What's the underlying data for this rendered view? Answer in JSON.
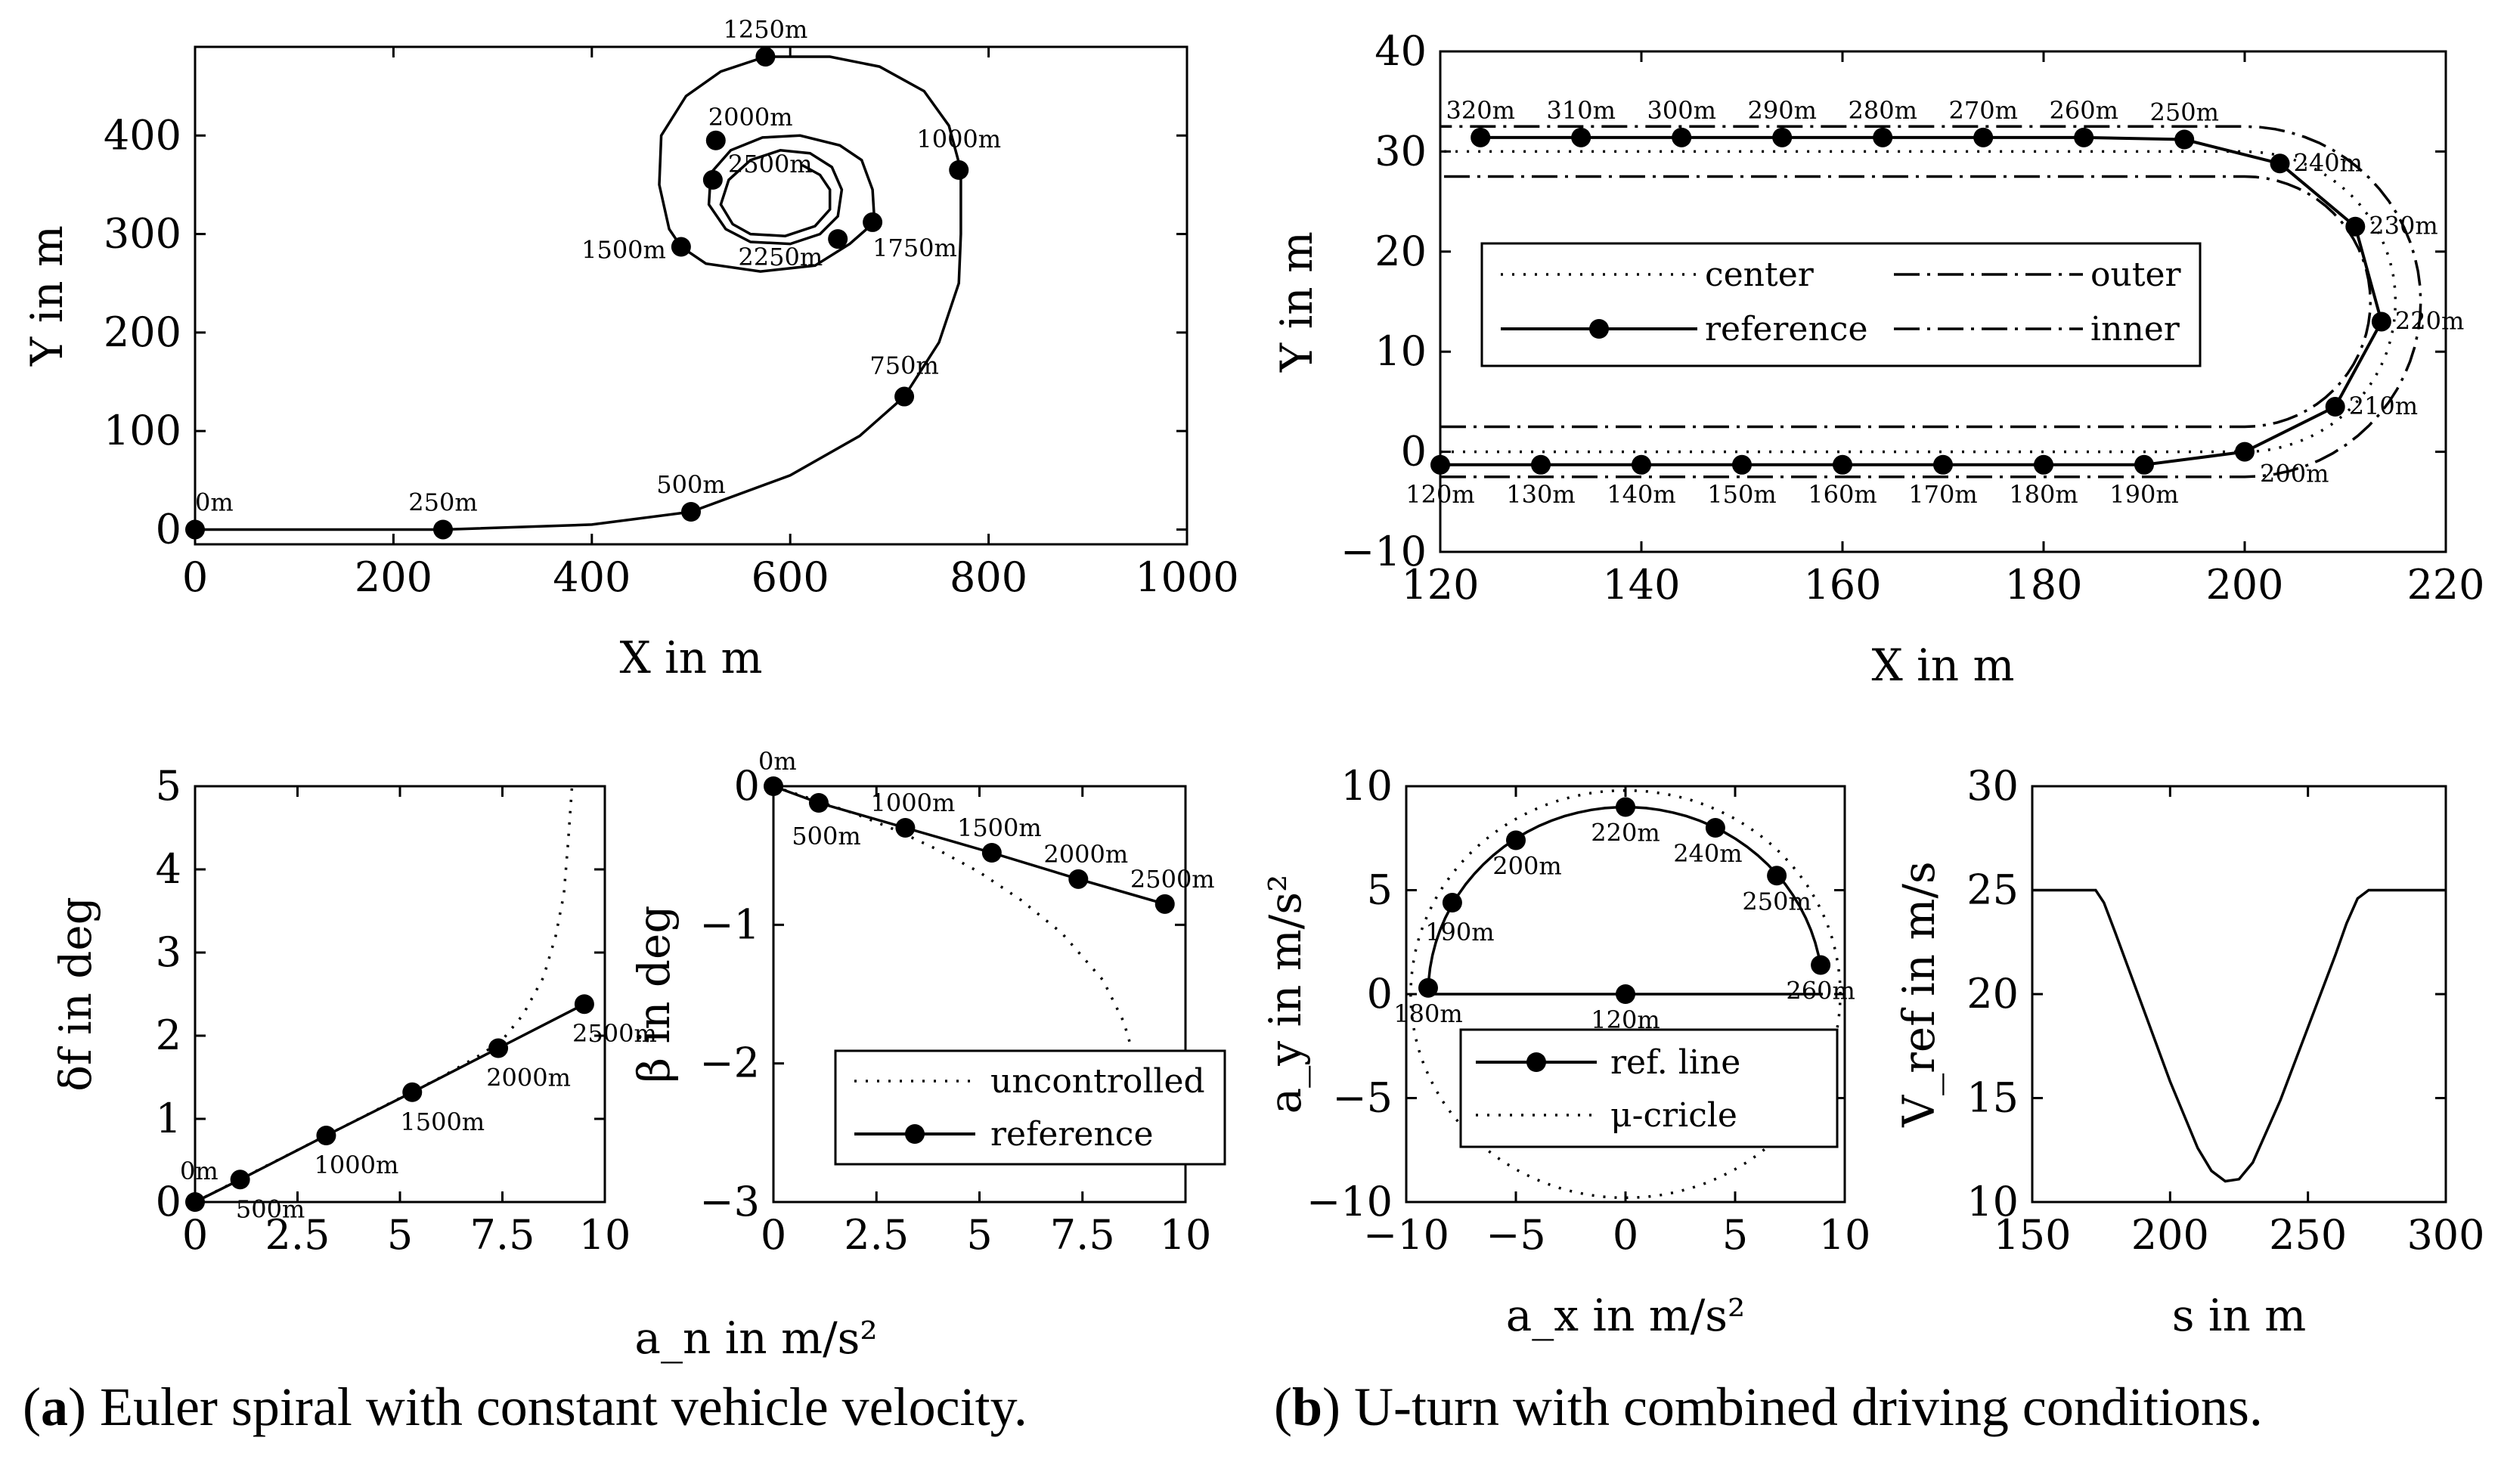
{
  "captions": {
    "a_letter": "a",
    "a_text": "Euler spiral with constant vehicle velocity.",
    "b_letter": "b",
    "b_text": "U-turn with combined driving conditions."
  },
  "chart_data": [
    {
      "id": "spiral",
      "type": "line",
      "xlabel": "X in m",
      "ylabel": "Y in m",
      "xlim": [
        0,
        1000
      ],
      "ylim": [
        -15,
        490
      ],
      "xticks": [
        0,
        200,
        400,
        600,
        800,
        1000
      ],
      "yticks": [
        0,
        100,
        200,
        300,
        400
      ],
      "curve": [
        [
          0,
          0
        ],
        [
          250,
          0
        ],
        [
          400,
          5
        ],
        [
          500,
          18
        ],
        [
          600,
          55
        ],
        [
          670,
          95
        ],
        [
          715,
          135
        ],
        [
          750,
          190
        ],
        [
          770,
          250
        ],
        [
          772,
          300
        ],
        [
          772,
          365
        ],
        [
          760,
          410
        ],
        [
          735,
          445
        ],
        [
          690,
          470
        ],
        [
          640,
          480
        ],
        [
          575,
          480
        ],
        [
          530,
          465
        ],
        [
          495,
          440
        ],
        [
          470,
          400
        ],
        [
          468,
          350
        ],
        [
          478,
          305
        ],
        [
          490,
          287
        ],
        [
          515,
          270
        ],
        [
          570,
          262
        ],
        [
          625,
          268
        ],
        [
          660,
          290
        ],
        [
          685,
          312
        ],
        [
          683,
          345
        ],
        [
          672,
          375
        ],
        [
          650,
          390
        ],
        [
          610,
          400
        ],
        [
          572,
          398
        ],
        [
          540,
          385
        ],
        [
          520,
          362
        ],
        [
          518,
          330
        ],
        [
          535,
          305
        ],
        [
          560,
          292
        ],
        [
          600,
          290
        ],
        [
          630,
          300
        ],
        [
          648,
          318
        ],
        [
          652,
          345
        ],
        [
          642,
          368
        ],
        [
          620,
          382
        ],
        [
          590,
          385
        ],
        [
          560,
          375
        ],
        [
          538,
          355
        ],
        [
          530,
          330
        ],
        [
          542,
          310
        ],
        [
          560,
          300
        ],
        [
          595,
          298
        ],
        [
          625,
          308
        ],
        [
          640,
          325
        ],
        [
          640,
          345
        ],
        [
          630,
          360
        ],
        [
          612,
          370
        ]
      ],
      "markers": [
        {
          "label": "0m",
          "x": 0,
          "y": 0
        },
        {
          "label": "250m",
          "x": 250,
          "y": 0
        },
        {
          "label": "500m",
          "x": 500,
          "y": 18
        },
        {
          "label": "750m",
          "x": 715,
          "y": 135
        },
        {
          "label": "1000m",
          "x": 770,
          "y": 365
        },
        {
          "label": "1250m",
          "x": 575,
          "y": 480
        },
        {
          "label": "1500m",
          "x": 490,
          "y": 287
        },
        {
          "label": "1750m",
          "x": 683,
          "y": 312
        },
        {
          "label": "2000m",
          "x": 525,
          "y": 395
        },
        {
          "label": "2250m",
          "x": 648,
          "y": 295
        },
        {
          "label": "2500m",
          "x": 522,
          "y": 355
        }
      ]
    },
    {
      "id": "delta",
      "type": "line",
      "xlabel": "a_n in m/s²",
      "ylabel": "δf in deg",
      "xlim": [
        0,
        10
      ],
      "ylim": [
        0,
        5
      ],
      "xticks": [
        0,
        2.5,
        5,
        7.5,
        10
      ],
      "yticks": [
        0,
        1,
        2,
        3,
        4,
        5
      ],
      "series": [
        {
          "name": "uncontrolled",
          "x": [
            0,
            2,
            4,
            6,
            7,
            7.5,
            8,
            8.5,
            8.8,
            9,
            9.1,
            9.2
          ],
          "y": [
            0,
            0.5,
            1.0,
            1.5,
            1.78,
            1.95,
            2.25,
            2.7,
            3.2,
            3.7,
            4.3,
            5.0
          ]
        },
        {
          "name": "reference",
          "x": [
            0,
            1.1,
            3.2,
            5.3,
            7.4,
            9.5
          ],
          "y": [
            0,
            0.27,
            0.8,
            1.32,
            1.85,
            2.38
          ]
        }
      ],
      "markers": [
        {
          "label": "0m",
          "x": 0,
          "y": 0
        },
        {
          "label": "500m",
          "x": 1.1,
          "y": 0.27
        },
        {
          "label": "1000m",
          "x": 3.2,
          "y": 0.8
        },
        {
          "label": "1500m",
          "x": 5.3,
          "y": 1.32
        },
        {
          "label": "2000m",
          "x": 7.4,
          "y": 1.85
        },
        {
          "label": "2500m",
          "x": 9.5,
          "y": 2.38
        }
      ]
    },
    {
      "id": "beta",
      "type": "line",
      "xlabel": "",
      "ylabel": "β in deg",
      "xlim": [
        0,
        10
      ],
      "ylim": [
        -3,
        0
      ],
      "xticks": [
        0,
        2.5,
        5,
        7.5,
        10
      ],
      "yticks": [
        0,
        -1,
        -2,
        -3
      ],
      "legend": {
        "position": "bottom-right",
        "entries": [
          "uncontrolled",
          "reference"
        ]
      },
      "series": [
        {
          "name": "uncontrolled",
          "x": [
            0,
            2,
            3,
            4,
            5,
            6,
            7,
            8,
            8.5,
            8.7
          ],
          "y": [
            0,
            -0.2,
            -0.32,
            -0.46,
            -0.62,
            -0.82,
            -1.06,
            -1.4,
            -1.7,
            -1.9
          ]
        },
        {
          "name": "reference",
          "x": [
            0,
            1.1,
            3.2,
            5.3,
            7.4,
            9.5
          ],
          "y": [
            0,
            -0.12,
            -0.3,
            -0.48,
            -0.67,
            -0.85
          ]
        }
      ],
      "markers": [
        {
          "label": "0m",
          "x": 0,
          "y": 0
        },
        {
          "label": "500m",
          "x": 1.1,
          "y": -0.12
        },
        {
          "label": "1000m",
          "x": 3.2,
          "y": -0.3
        },
        {
          "label": "1500m",
          "x": 5.3,
          "y": -0.48
        },
        {
          "label": "2000m",
          "x": 7.4,
          "y": -0.67
        },
        {
          "label": "2500m",
          "x": 9.5,
          "y": -0.85
        }
      ]
    },
    {
      "id": "uturn",
      "type": "line",
      "xlabel": "X in m",
      "ylabel": "Y in m",
      "xlim": [
        120,
        220
      ],
      "ylim": [
        -10,
        40
      ],
      "xticks": [
        120,
        140,
        160,
        180,
        200,
        220
      ],
      "yticks": [
        -10,
        0,
        10,
        20,
        30,
        40
      ],
      "legend": {
        "position": "left",
        "entries": [
          "center",
          "outer",
          "reference",
          "inner"
        ]
      },
      "lanes": {
        "center_offset": 0,
        "outer_offset": 2.5,
        "inner_offset": -2.5
      },
      "geometry": {
        "straight_end_x": 200,
        "turn_center_y": 15,
        "center_radius": 15.0
      },
      "markers": [
        {
          "label": "120m",
          "x": 120,
          "y": -1.3
        },
        {
          "label": "130m",
          "x": 130,
          "y": -1.3
        },
        {
          "label": "140m",
          "x": 140,
          "y": -1.3
        },
        {
          "label": "150m",
          "x": 150,
          "y": -1.3
        },
        {
          "label": "160m",
          "x": 160,
          "y": -1.3
        },
        {
          "label": "170m",
          "x": 170,
          "y": -1.3
        },
        {
          "label": "180m",
          "x": 180,
          "y": -1.3
        },
        {
          "label": "190m",
          "x": 190,
          "y": -1.3
        },
        {
          "label": "200m",
          "x": 200,
          "y": 0
        },
        {
          "label": "210m",
          "x": 209,
          "y": 4.5
        },
        {
          "label": "220m",
          "x": 213.6,
          "y": 13
        },
        {
          "label": "230m",
          "x": 211,
          "y": 22.5
        },
        {
          "label": "240m",
          "x": 203.5,
          "y": 28.8
        },
        {
          "label": "250m",
          "x": 194,
          "y": 31.2
        },
        {
          "label": "260m",
          "x": 184,
          "y": 31.4
        },
        {
          "label": "270m",
          "x": 174,
          "y": 31.4
        },
        {
          "label": "280m",
          "x": 164,
          "y": 31.4
        },
        {
          "label": "290m",
          "x": 154,
          "y": 31.4
        },
        {
          "label": "300m",
          "x": 144,
          "y": 31.4
        },
        {
          "label": "310m",
          "x": 134,
          "y": 31.4
        },
        {
          "label": "320m",
          "x": 124,
          "y": 31.4
        }
      ]
    },
    {
      "id": "gg",
      "type": "line",
      "xlabel": "a_x in m/s²",
      "ylabel": "a_y in m/s²",
      "xlim": [
        -10,
        10
      ],
      "ylim": [
        -10,
        10
      ],
      "xticks": [
        -10,
        -5,
        0,
        5,
        10
      ],
      "yticks": [
        -10,
        -5,
        0,
        5,
        10
      ],
      "legend": {
        "position": "bottom",
        "entries": [
          "ref. line",
          "μ-cricle"
        ]
      },
      "mu_radius": 9.8,
      "markers": [
        {
          "label": "180m",
          "x": -9,
          "y": 0.3
        },
        {
          "label": "190m",
          "x": -7.9,
          "y": 4.4
        },
        {
          "label": "200m",
          "x": -5,
          "y": 7.4
        },
        {
          "label": "220m",
          "x": 0,
          "y": 9
        },
        {
          "label": "240m",
          "x": 4.1,
          "y": 8
        },
        {
          "label": "250m",
          "x": 6.9,
          "y": 5.7
        },
        {
          "label": "260m",
          "x": 8.9,
          "y": 1.4
        },
        {
          "label": "120m",
          "x": 0,
          "y": 0
        }
      ]
    },
    {
      "id": "vref",
      "type": "line",
      "xlabel": "s in m",
      "ylabel": "V_ref in m/s",
      "xlim": [
        150,
        300
      ],
      "ylim": [
        10,
        30
      ],
      "xticks": [
        150,
        200,
        250,
        300
      ],
      "yticks": [
        10,
        15,
        20,
        25,
        30
      ],
      "series": [
        {
          "name": "V_ref",
          "x": [
            150,
            173,
            176,
            180,
            190,
            200,
            210,
            215,
            220,
            225,
            230,
            240,
            250,
            260,
            264,
            268,
            272,
            300
          ],
          "y": [
            25,
            25,
            24.4,
            23,
            19.4,
            15.8,
            12.6,
            11.5,
            11,
            11.1,
            11.9,
            14.9,
            18.4,
            21.9,
            23.4,
            24.6,
            25,
            25
          ]
        }
      ]
    }
  ]
}
